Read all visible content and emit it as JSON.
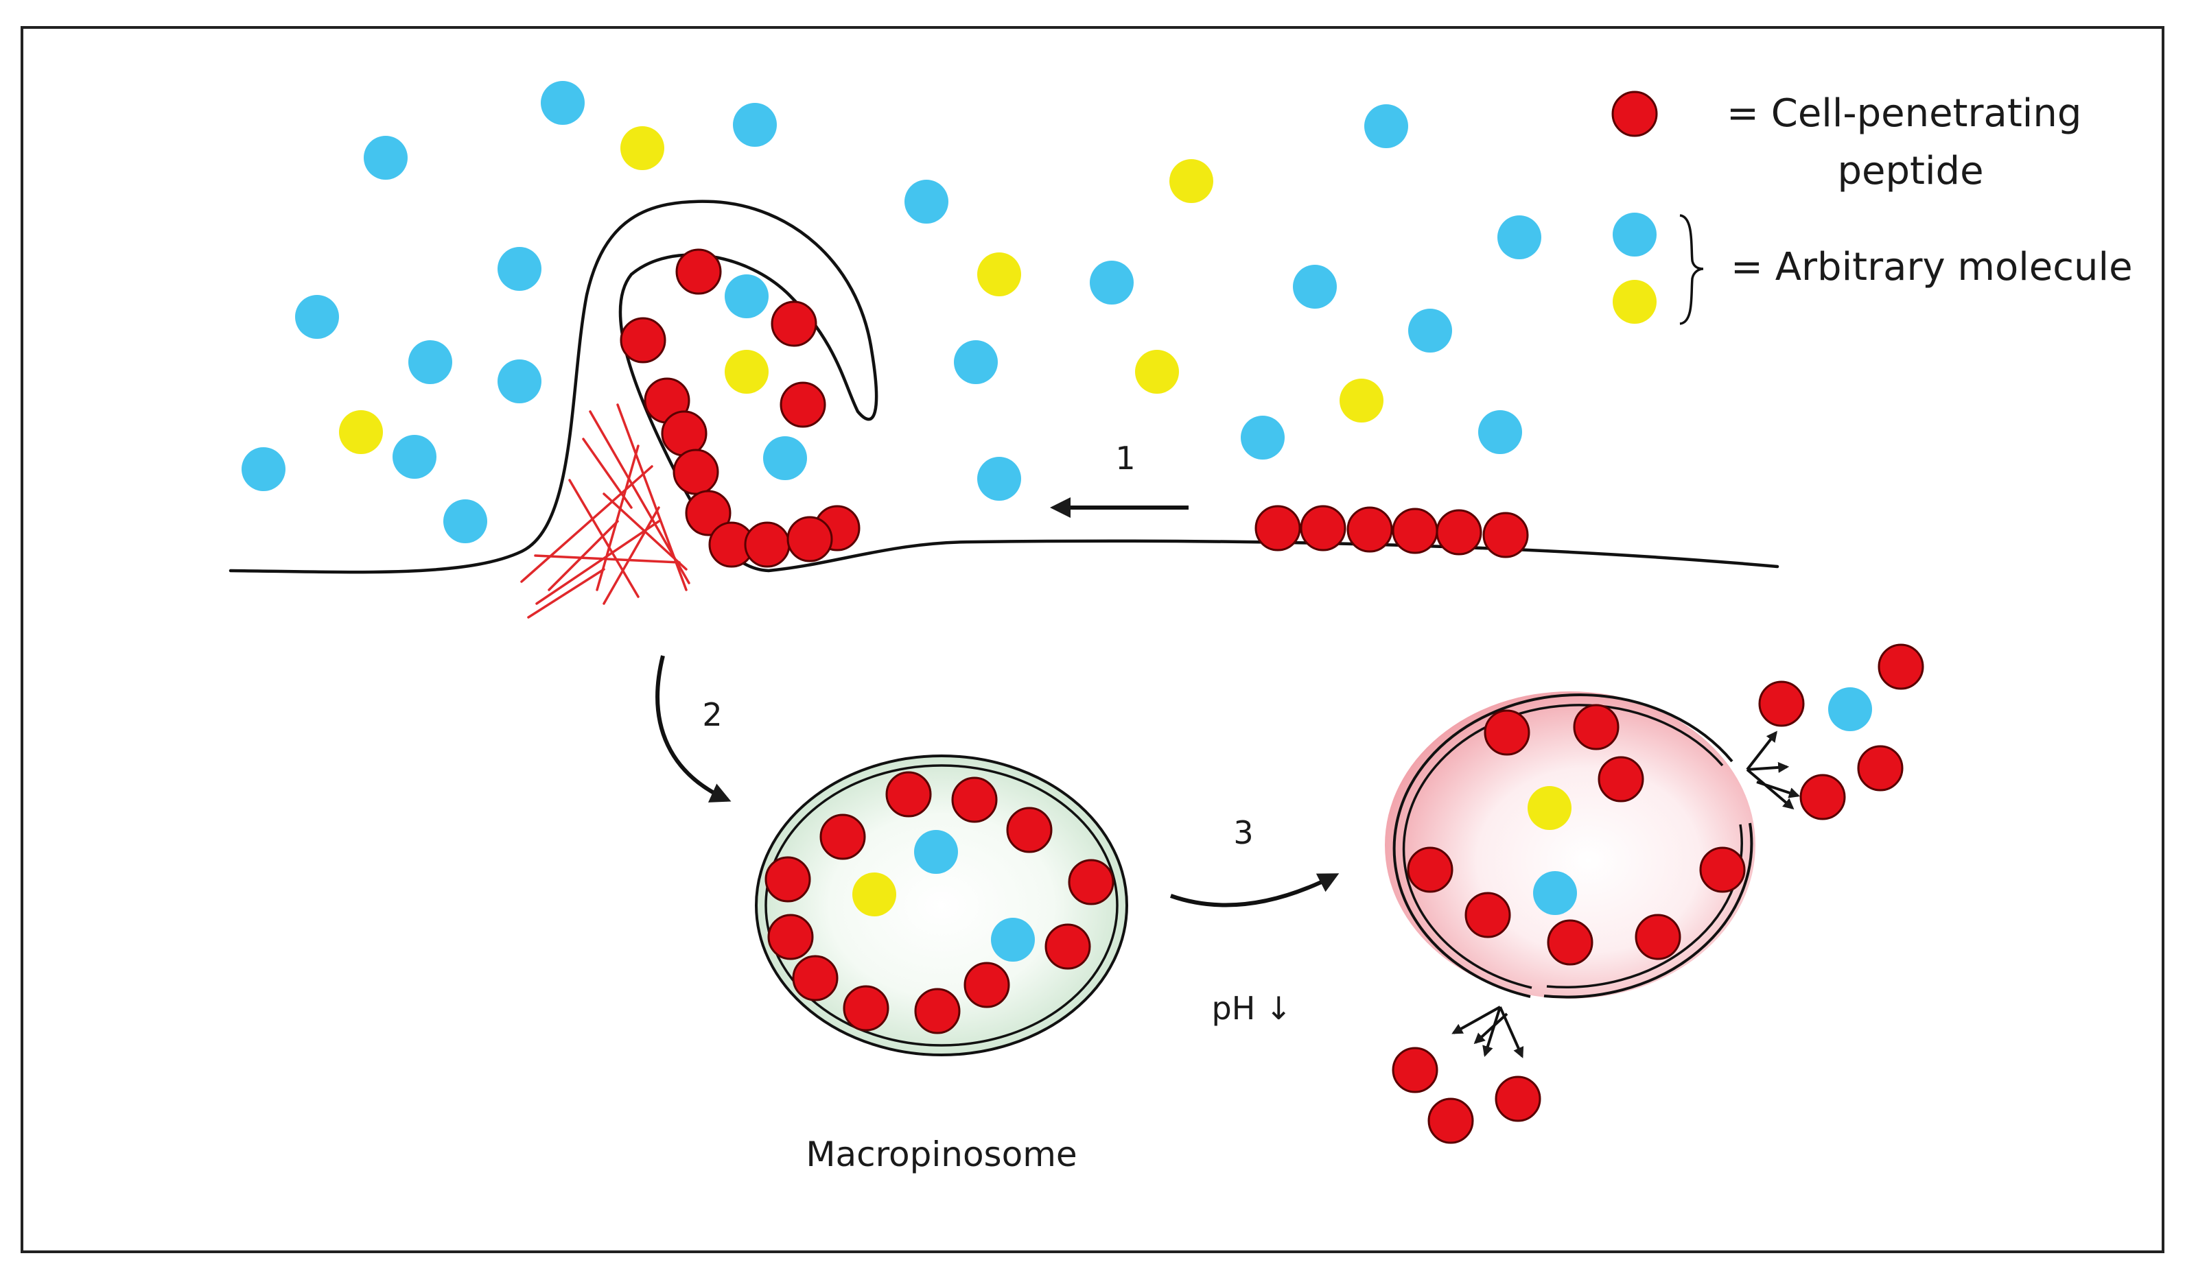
{
  "legend": {
    "cpp_line1": "= Cell-penetrating",
    "cpp_line2": "peptide",
    "arbitrary": "= Arbitrary molecule"
  },
  "steps": {
    "step1": "1",
    "step2": "2",
    "step3": "3"
  },
  "ph_label": "pH ↓",
  "macropinosome_label": "Macropinosome",
  "colors": {
    "peptide_red": "#e5101a",
    "molecule_blue": "#44c4ef",
    "molecule_yellow": "#f2ea12",
    "actin_red": "#e0282b",
    "macropinosome_tint": "#c9e3cc",
    "acidic_vesicle_tint": "#f2a3aa"
  }
}
